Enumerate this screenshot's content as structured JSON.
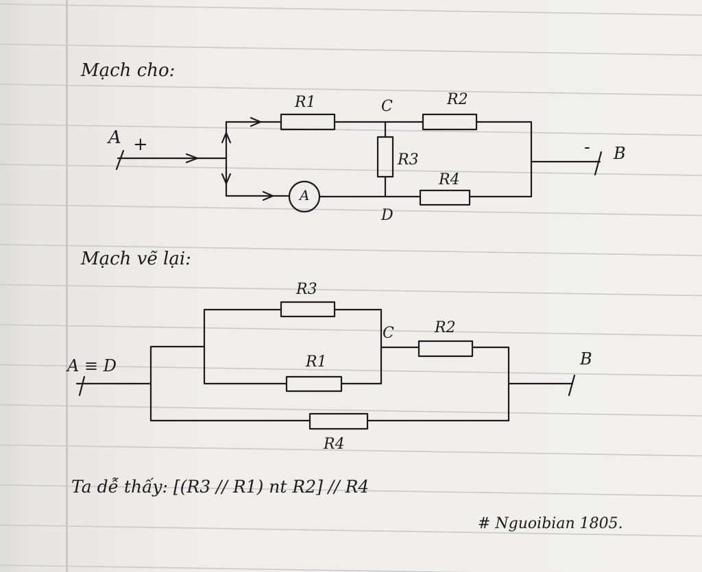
{
  "page": {
    "ink": "#1c1a1d",
    "paper": "#f1f0ed",
    "rule_color": "#c9c9cd"
  },
  "headings": {
    "given": "Mạch cho:",
    "redrawn": "Mạch vẽ lại:"
  },
  "circuit1": {
    "terminal_a": "A",
    "plus": "+",
    "minus": "-",
    "terminal_b": "B",
    "node_c": "C",
    "node_d": "D",
    "r1": "R1",
    "r2": "R2",
    "r3": "R3",
    "r4": "R4",
    "ammeter": "A"
  },
  "circuit2": {
    "node_ad": "A ≡ D",
    "node_c": "C",
    "terminal_b": "B",
    "r1": "R1",
    "r2": "R2",
    "r3": "R3",
    "r4": "R4"
  },
  "conclusion": "Ta dễ thấy: [(R3 // R1) nt R2] // R4",
  "signature": "# Nguoibian 1805."
}
